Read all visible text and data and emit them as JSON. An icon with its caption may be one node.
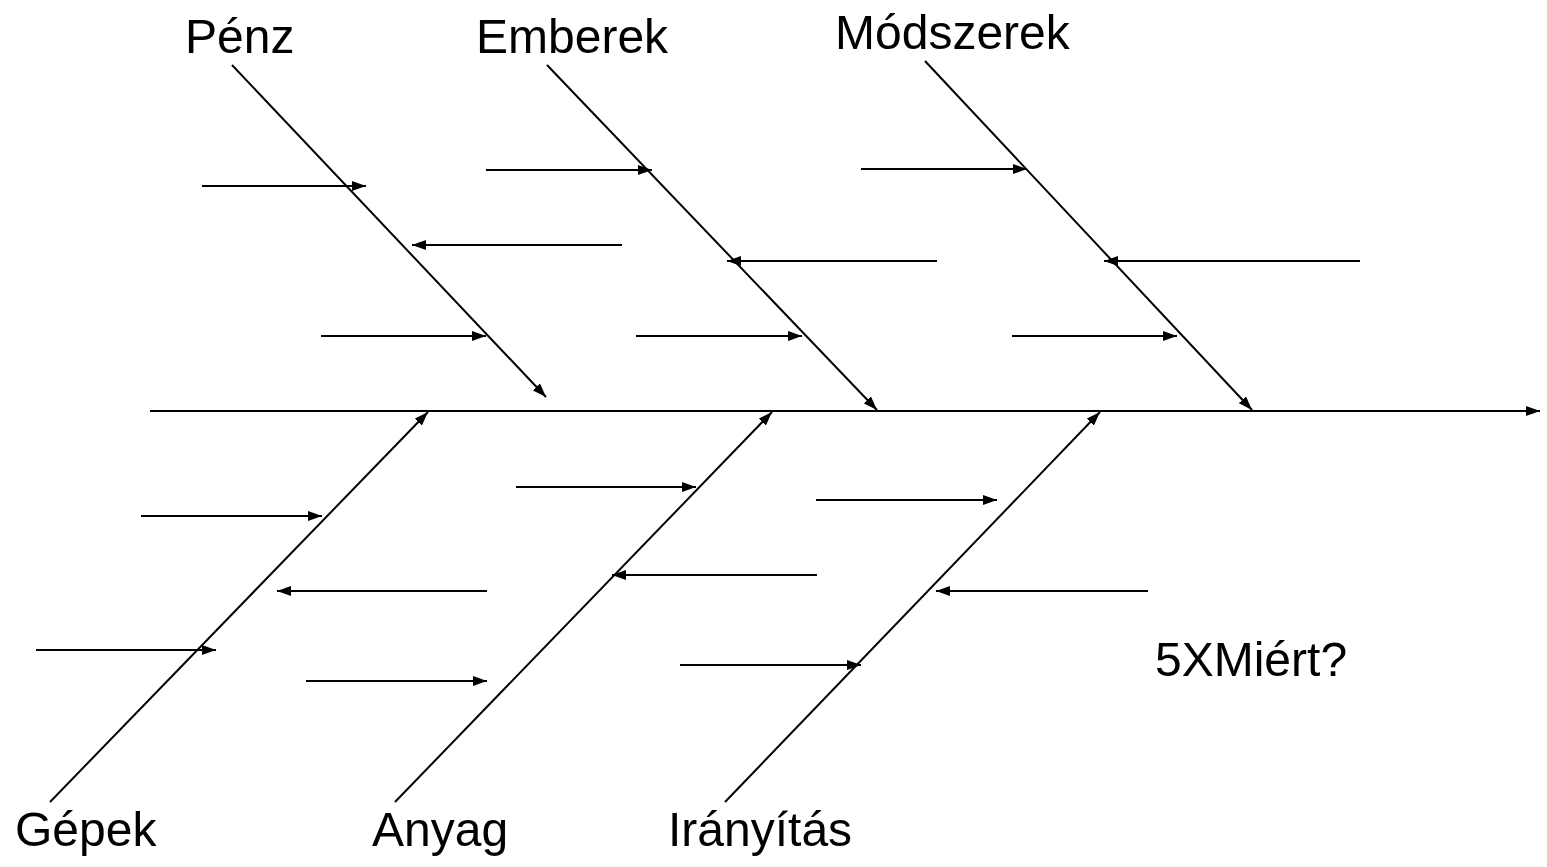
{
  "diagram": {
    "nodes": [
      {
        "text": [
          "Pénz"
        ]
      },
      {
        "text": [
          "Emberek"
        ]
      },
      {
        "text": [
          "Módszerek"
        ]
      },
      {
        "text": [
          "Gépek"
        ]
      },
      {
        "text": [
          "Anyag"
        ]
      },
      {
        "text": [
          "Irányítás"
        ]
      }
    ],
    "edges": [
      {
        "from": 0,
        "to": null,
        "arrow": "to"
      },
      {
        "from": 1,
        "to": null,
        "arrow": "to"
      },
      {
        "from": 2,
        "to": null,
        "arrow": "to"
      },
      {
        "from": 3,
        "to": null,
        "arrow": "to"
      },
      {
        "from": 4,
        "to": null,
        "arrow": "to"
      },
      {
        "from": 5,
        "to": null,
        "arrow": "to"
      }
    ],
    "labels": [
      "5XMiért?"
    ]
  }
}
